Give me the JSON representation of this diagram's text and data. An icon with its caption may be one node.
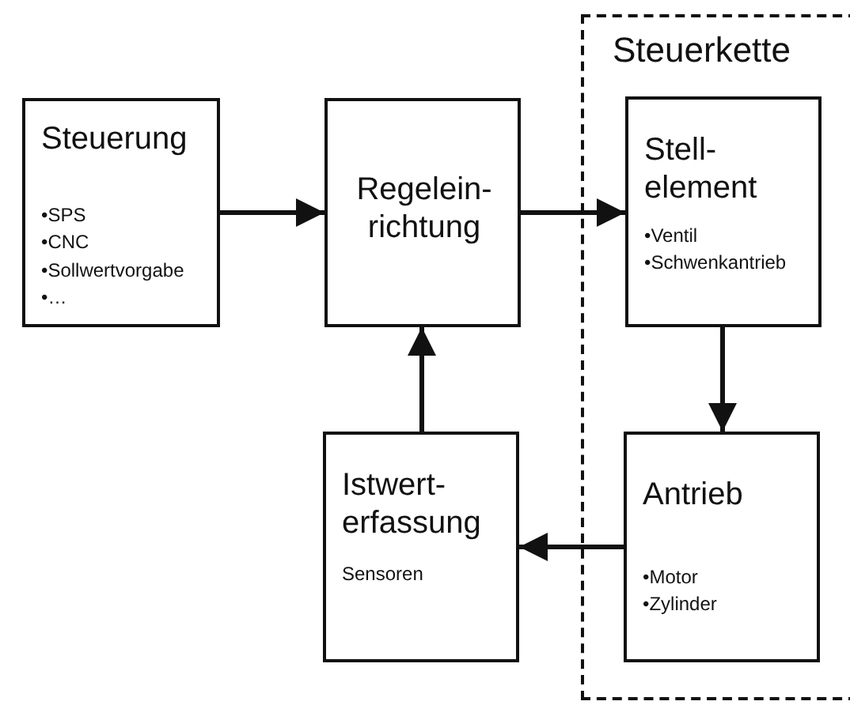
{
  "diagram": {
    "nodes": [
      {
        "text": [
          "Steuerung",
          "•SPS",
          "•CNC",
          "•Sollwertvorgabe",
          "•…"
        ]
      },
      {
        "text": [
          "Regelein-richtung"
        ]
      },
      {
        "text": [
          "Steuerkette"
        ]
      },
      {
        "text": [
          "Stell-element",
          "•Ventil",
          "•Schwenkantrieb"
        ],
        "in": 2
      },
      {
        "text": [
          "Istwert-erfassung",
          "Sensoren"
        ]
      },
      {
        "text": [
          "Antrieb",
          "•Motor",
          "•Zylinder"
        ],
        "in": 2
      }
    ],
    "edges": [
      {
        "from": 0,
        "to": 1,
        "arrow": "to"
      },
      {
        "from": 1,
        "to": 3,
        "arrow": "to"
      },
      {
        "from": 3,
        "to": 5,
        "arrow": "to"
      },
      {
        "from": 5,
        "to": 4,
        "arrow": "to"
      },
      {
        "from": 4,
        "to": 1,
        "arrow": "to"
      }
    ]
  }
}
